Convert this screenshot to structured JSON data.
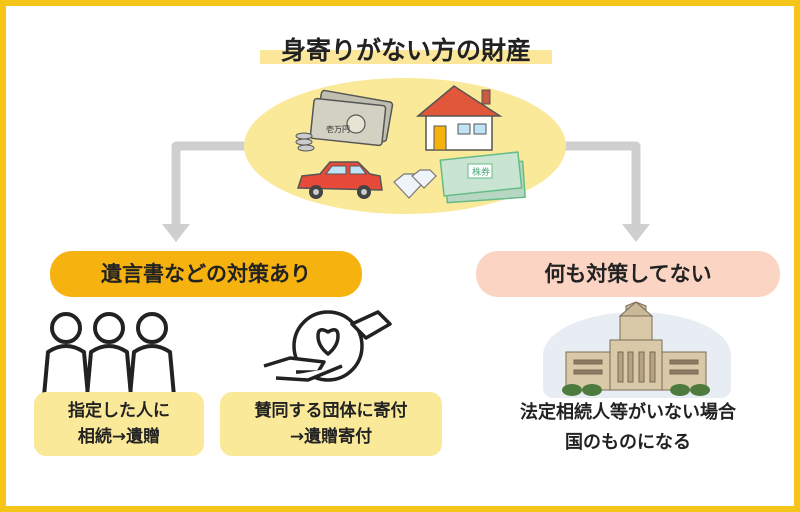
{
  "title": "身寄りがない方の財産",
  "assets": {
    "icons": [
      "banknotes-coins-icon",
      "house-icon",
      "car-icon",
      "diamond-icon",
      "securities-icon"
    ],
    "securities_label": "株券",
    "banknote_label": "壱万円"
  },
  "branches": {
    "left": {
      "label": "遺言書などの対策あり",
      "color": "#f6b20f",
      "options": [
        {
          "icon": "people-icon",
          "lines": [
            "指定した人に",
            "相続→遺贈"
          ]
        },
        {
          "icon": "donation-hands-icon",
          "lines": [
            "賛同する団体に寄付",
            "→遺贈寄付"
          ]
        }
      ]
    },
    "right": {
      "label": "何も対策してない",
      "color": "#fbd4c3",
      "icon": "parliament-building-icon",
      "lines": [
        "法定相続人等がいない場合",
        "国のものになる"
      ]
    }
  },
  "colors": {
    "border": "#f5c518",
    "highlight": "#fbe99a",
    "arrow": "#cfcfcf"
  }
}
